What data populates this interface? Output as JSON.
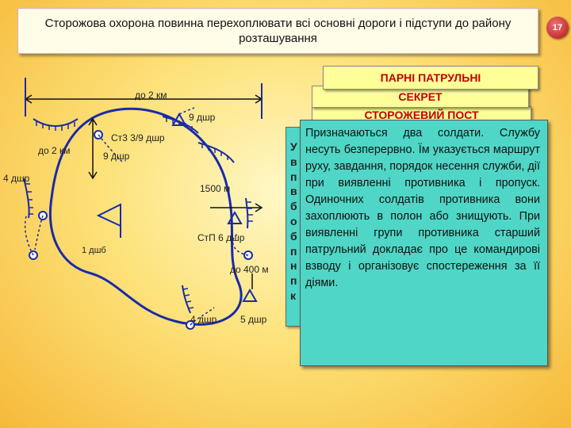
{
  "slide": {
    "title": "Сторожова охорона повинна перехоплювати всі основні дороги і підступи до району розташування",
    "number": "17"
  },
  "scheme": {
    "labels": {
      "dist_2km_top": "до 2 км",
      "dist_2km_left": "до 2 км",
      "unit_9dshr_top": "9 дшр",
      "post_st3": "Ст3  3/9 дшр",
      "unit_9dshr_mid": "9 дшр",
      "unit_4dshr_left": "4 дшр",
      "dist_1500m": "1500 м",
      "post_stp": "СтП 6 дшр",
      "unit_1dshb": "1 дшб",
      "dist_400m": "до 400 м",
      "unit_4dshr_bottom": "4 дшр",
      "unit_5dshr": "5 дшр"
    }
  },
  "panels": {
    "patrol_header": "ПАРНІ ПАТРУЛЬНІ",
    "secret_header": "СЕКРЕТ",
    "guard_post_header": "СТОРОЖЕВИЙ ПОСТ",
    "back_letters": [
      "У",
      "в",
      "п",
      "в",
      "б",
      "о",
      "б",
      "п",
      "н",
      "п",
      "к"
    ],
    "main_text": "Призначаються два солдати. Службу несуть безперервно. Їм указується маршрут руху, завдання, порядок несення служби, дії при виявленні противника і пропуск. Одиночних солдатів противника вони захоплюють в полон або знищують. При виявленні групи противника старший патрульний докладає про це командирові взводу і організовує спостереження за її діями."
  },
  "colors": {
    "panel_teal": "#4fd6c6",
    "header_yellow": "#ffff99",
    "header_text_red": "#c00000",
    "scheme_blue": "#1b2aa8",
    "badge_red": "#b01818"
  }
}
